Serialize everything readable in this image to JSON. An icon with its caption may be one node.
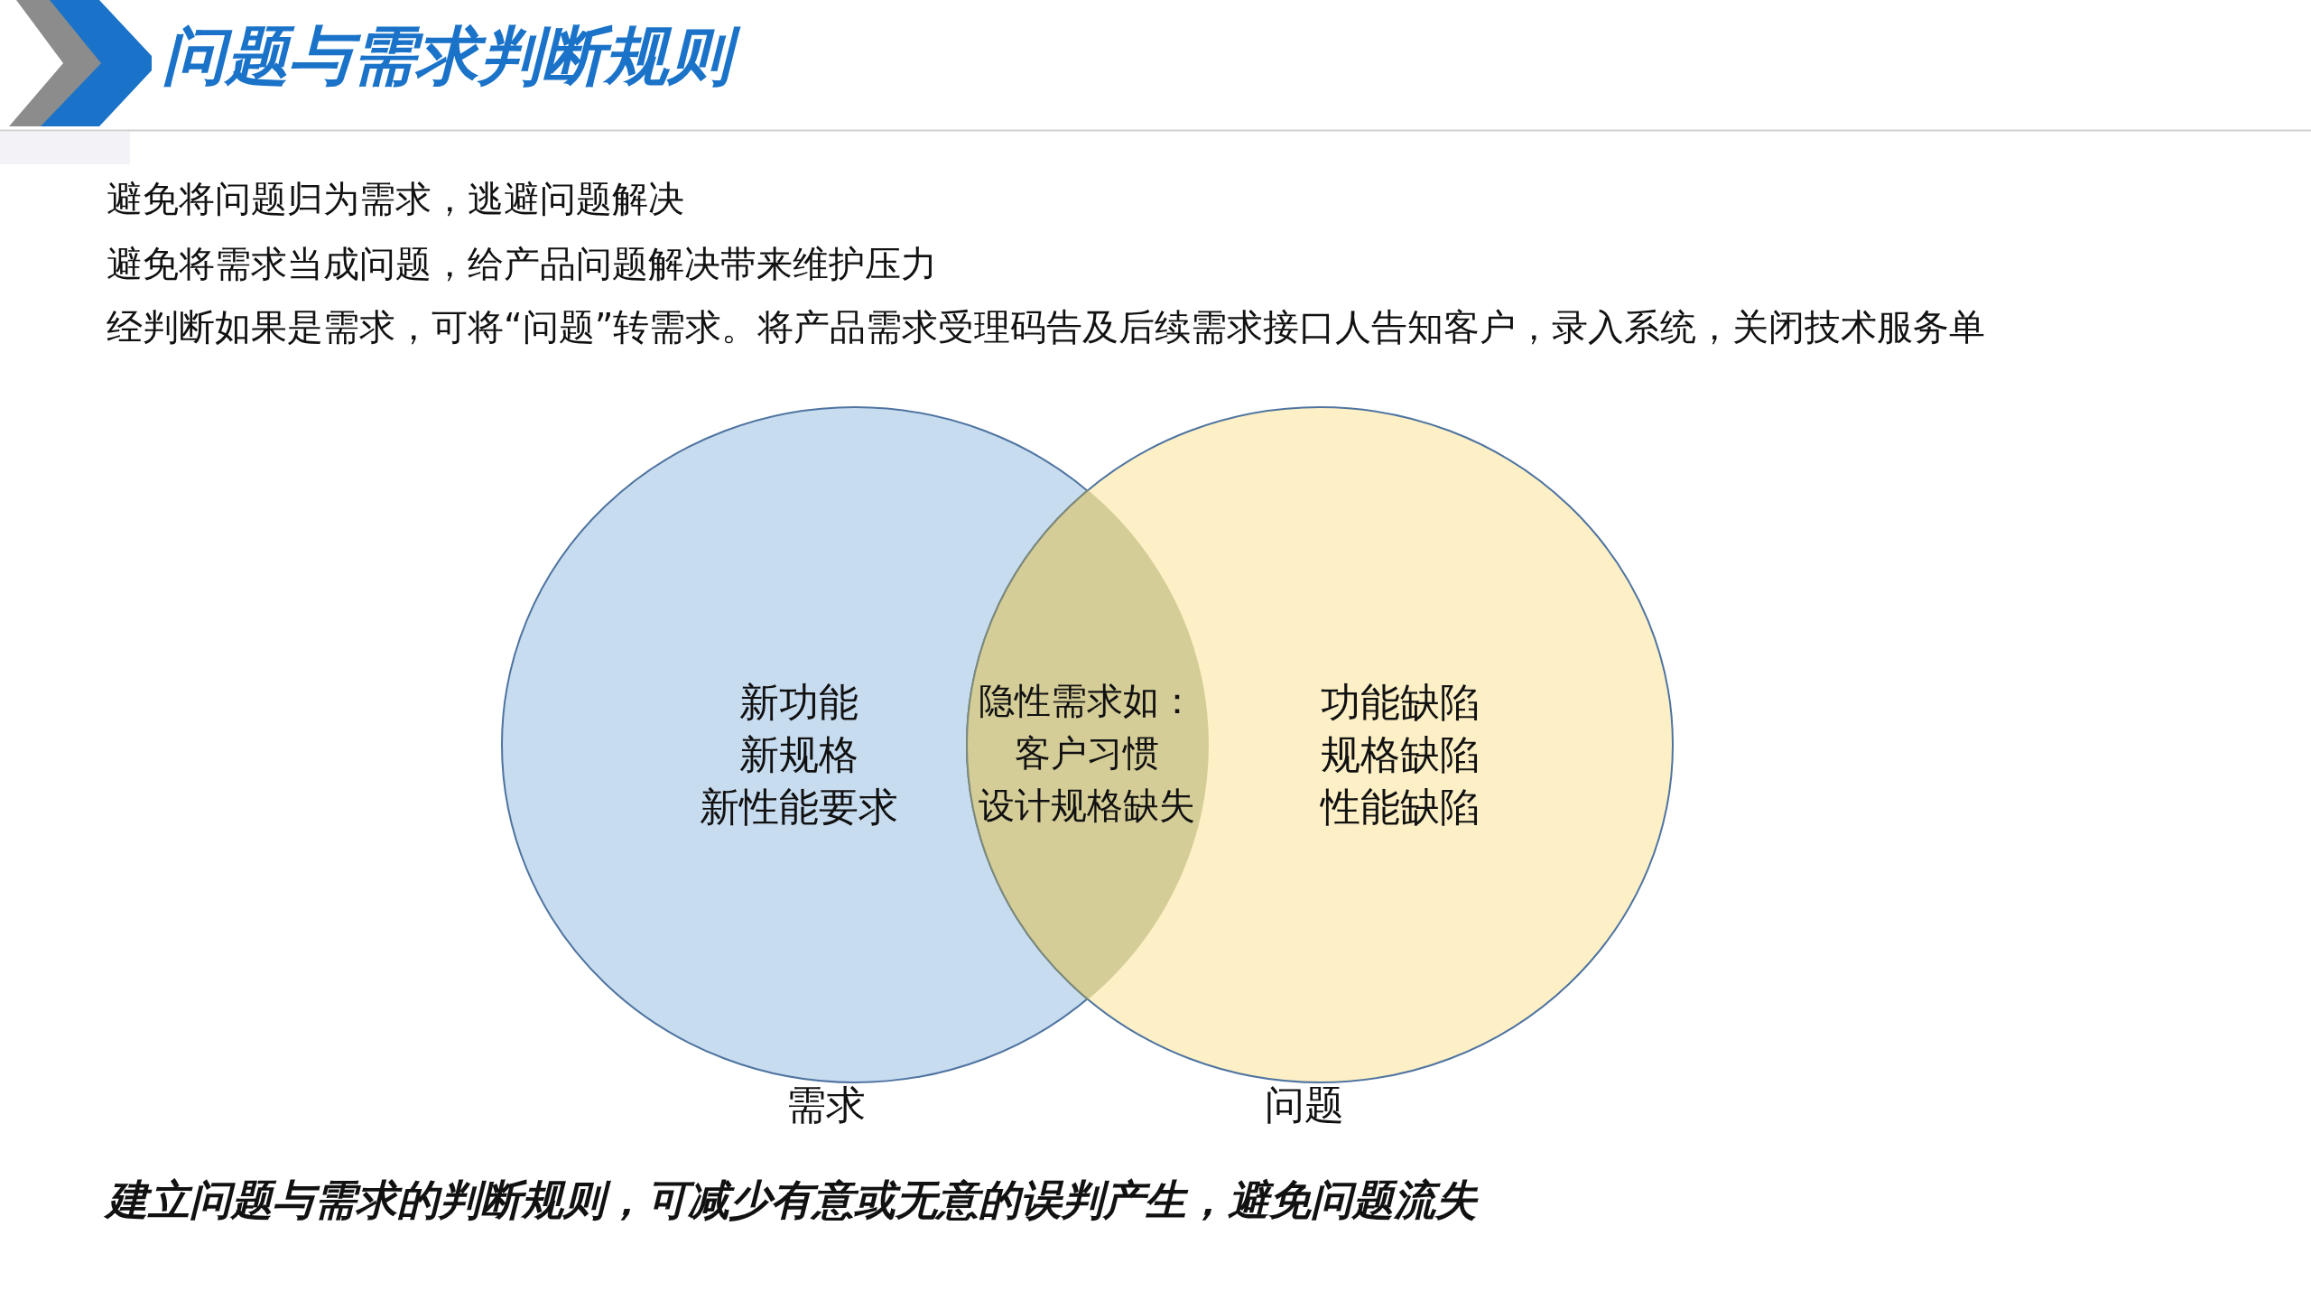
{
  "diagram": {
    "title": "问题与需求判断规则",
    "nodes": [
      {
        "text": [
          "新功能",
          "新规格",
          "新性能要求",
          "需求"
        ]
      },
      {
        "text": [
          "功能缺陷",
          "规格缺陷",
          "性能缺陷",
          "问题"
        ]
      },
      {
        "text": [
          "隐性需求如：",
          "客户习惯",
          "设计规格缺失"
        ]
      }
    ],
    "labels": [
      "避免将问题归为需求，逃避问题解决",
      "避免将需求当成问题，给产品问题解决带来维护压力",
      "经判断如果是需求，可将“问题”转需求。将产品需求受理码告及后续需求接口人告知客户，录入系统，关闭技术服务单",
      "建立问题与需求的判断规则，可减少有意或无意的误判产生，避免问题流失"
    ]
  }
}
